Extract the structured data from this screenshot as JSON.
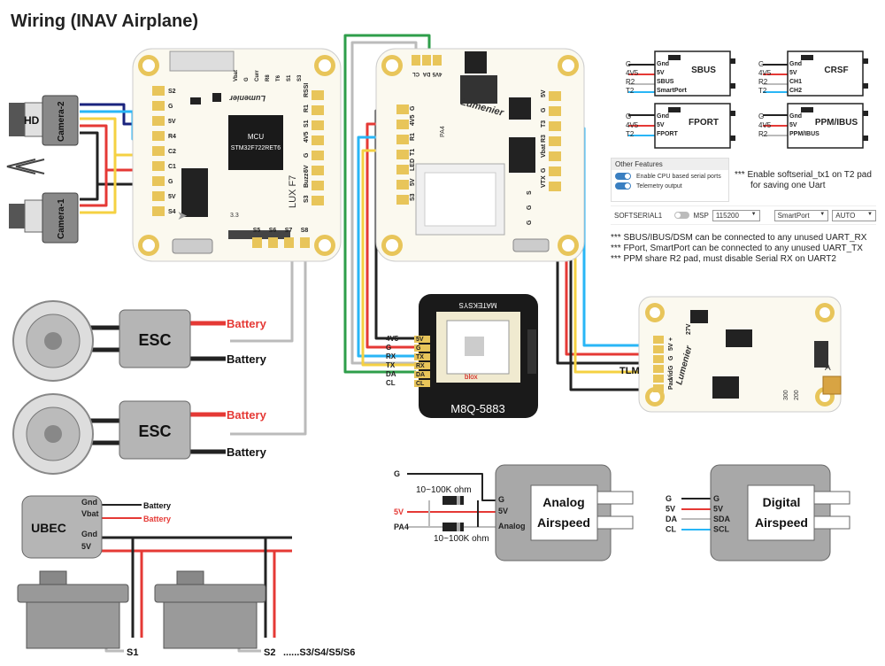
{
  "title": "Wiring (INAV Airplane)",
  "fc": {
    "brand": "Lumenier",
    "mcu_label": "MCU",
    "mcu_chip": "STM32F722RET6",
    "model": "LUX F7",
    "left_pads": [
      "S2",
      "G",
      "5V",
      "R4",
      "C2",
      "C1",
      "G",
      "5V",
      "S4"
    ],
    "top_pads": [
      "Vbat",
      "G",
      "Curr",
      "R8",
      "T6",
      "S1",
      "S3"
    ],
    "right_pads": [
      "RSSI",
      "R1",
      "S1",
      "4V5",
      "G",
      "5V",
      "Buzz-",
      "S3"
    ],
    "bottom_pads": [
      "S5",
      "S6",
      "S7",
      "S8"
    ],
    "small_label": "3.3"
  },
  "pdb": {
    "brand": "Lumenier",
    "top_pads": [
      "CL",
      "DA",
      "4V5"
    ],
    "left_pads": [
      "G",
      "4V5",
      "R1",
      "T1",
      "LED",
      "5V",
      "S3"
    ],
    "mid_pads": [
      "PA4"
    ],
    "right_pads": [
      "5V",
      "G",
      "T3",
      "R3",
      "Vbat",
      "G",
      "VTX"
    ],
    "right_pads2": [
      "S",
      "G",
      "G"
    ]
  },
  "camera_hd": "HD",
  "camera2": "Camera-2",
  "camera1": "Camera-1",
  "esc_label": "ESC",
  "battery_label": "Battery",
  "gps": {
    "brand": "MATEKSYS",
    "model": "M8Q-5883",
    "chip": "blox",
    "pins": [
      "4V5",
      "G",
      "RX",
      "TX",
      "DA",
      "CL"
    ],
    "pin_labels": [
      "5V",
      "G",
      "TX",
      "RX",
      "DA",
      "CL"
    ]
  },
  "vtx": {
    "brand": "Lumenier",
    "pins": [
      "+",
      "5V",
      "G",
      "G",
      "Vid",
      "Pad"
    ],
    "pin_labels_right": [
      "27V"
    ],
    "tlm": "TLM",
    "ant": "A",
    "freq": [
      "300",
      "200"
    ]
  },
  "ubec": {
    "label": "UBEC",
    "pins": [
      "Gnd",
      "Vbat",
      "Gnd",
      "5V"
    ],
    "outs": [
      "Battery",
      "Battery"
    ]
  },
  "servos": {
    "s1": "S1",
    "s2": "S2",
    "more": "......S3/S4/S5/S6"
  },
  "receivers": [
    {
      "name": "SBUS",
      "wires": [
        "G",
        "4V5",
        "R2",
        "T2"
      ],
      "pins": [
        "Gnd",
        "5V",
        "SBUS",
        "SmartPort"
      ]
    },
    {
      "name": "CRSF",
      "wires": [
        "G",
        "4V5",
        "R2",
        "T2"
      ],
      "pins": [
        "Gnd",
        "5V",
        "CH1",
        "CH2"
      ]
    },
    {
      "name": "FPORT",
      "wires": [
        "G",
        "4V5",
        "T2"
      ],
      "pins": [
        "Gnd",
        "5V",
        "FPORT"
      ]
    },
    {
      "name": "PPM/IBUS",
      "wires": [
        "G",
        "4V5",
        "R2"
      ],
      "pins": [
        "Gnd",
        "5V",
        "PPM/IBUS"
      ]
    }
  ],
  "other_features": {
    "header": "Other Features",
    "toggle1": "Enable CPU based serial ports",
    "toggle2": "Telemetry output",
    "softserial": "SOFTSERIAL1",
    "msp": "MSP",
    "baud": "115200",
    "smartport": "SmartPort",
    "auto": "AUTO",
    "caret": "▼"
  },
  "notes": {
    "softserial_note1": "*** Enable softserial_tx1 on T2 pad",
    "softserial_note2": "for saving one Uart",
    "note1": "*** SBUS/IBUS/DSM can be connected to any unused UART_RX",
    "note2": "*** FPort, SmartPort can be connected to any unused UART_TX",
    "note3": "*** PPM share R2 pad, must disable Serial RX on UART2"
  },
  "analog": {
    "title1": "Analog",
    "title2": "Airspeed",
    "pins": [
      "G",
      "5V",
      "Analog"
    ],
    "wires": [
      "G",
      "5V",
      "PA4"
    ],
    "r1": "10~100K ohm",
    "r2": "10~100K ohm"
  },
  "digital": {
    "title1": "Digital",
    "title2": "Airspeed",
    "pins": [
      "G",
      "5V",
      "SDA",
      "SCL"
    ],
    "wires": [
      "G",
      "5V",
      "DA",
      "CL"
    ]
  }
}
